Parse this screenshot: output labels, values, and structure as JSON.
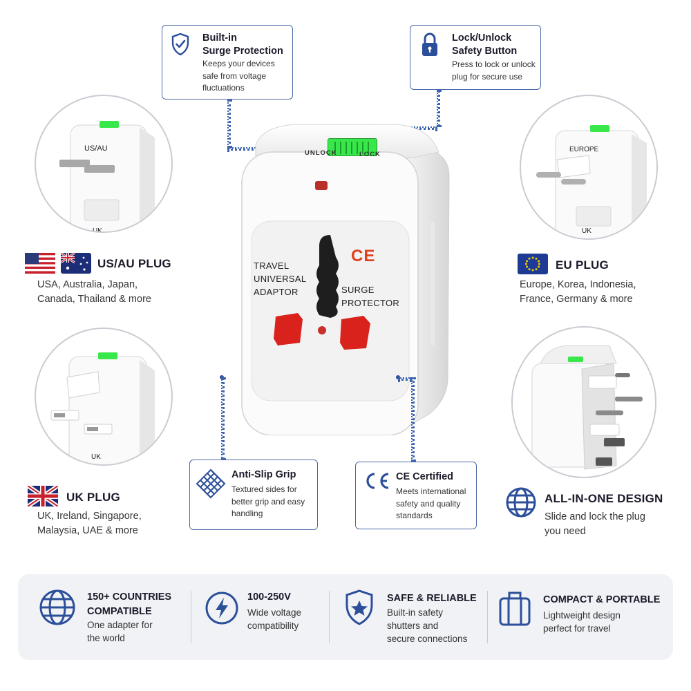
{
  "callouts": {
    "surge": {
      "title_line1": "Built-in",
      "title_line2": "Surge Protection",
      "desc_line1": "Keeps your devices",
      "desc_line2": "safe from voltage",
      "desc_line3": "fluctuations",
      "icon": "shield-check-icon"
    },
    "lock": {
      "title_line1": "Lock/Unlock",
      "title_line2": "Safety Button",
      "desc_line1": "Press to lock or unlock",
      "desc_line2": "plug for secure use",
      "icon": "padlock-icon"
    },
    "grip": {
      "title": "Anti-Slip Grip",
      "desc_line1": "Textured sides for",
      "desc_line2": "better grip and easy",
      "desc_line3": "handling",
      "icon": "diamond-pattern-icon"
    },
    "ce": {
      "title": "CE Certified",
      "desc_line1": "Meets international",
      "desc_line2": "safety and quality",
      "desc_line3": "standards",
      "icon": "ce-mark-icon"
    }
  },
  "product": {
    "lock_labels": {
      "unlock": "UNLOCK",
      "lock": "LOCK"
    },
    "left_text": {
      "line1": "TRAVEL",
      "line2": "UNIVERSAL",
      "line3": "ADAPTOR"
    },
    "right_text": {
      "line1": "SURGE",
      "line2": "PROTECTOR"
    },
    "ce_mark": "CE"
  },
  "plugs": {
    "usau": {
      "title": "US/AU PLUG",
      "desc_line1": "USA, Australia, Japan,",
      "desc_line2": "Canada, Thailand & more",
      "image_label": "US/AU",
      "image_sublabel": "UK"
    },
    "eu": {
      "title": "EU PLUG",
      "desc_line1": "Europe, Korea, Indonesia,",
      "desc_line2": "France, Germany & more",
      "image_label": "EUROPE",
      "image_sublabel": "UK"
    },
    "uk": {
      "title": "UK PLUG",
      "desc_line1": "UK, Ireland, Singapore,",
      "desc_line2": "Malaysia, UAE & more",
      "image_label": "UK"
    },
    "allinone": {
      "title": "ALL-IN-ONE DESIGN",
      "desc_line1": "Slide and lock the plug",
      "desc_line2": "you need"
    }
  },
  "features": [
    {
      "title_line1": "150+ Countries",
      "title_line2": "Compatible",
      "desc_line1": "One adapter for",
      "desc_line2": "the world",
      "icon": "globe-icon"
    },
    {
      "title_line1": "100-250V",
      "desc_line1": "Wide voltage",
      "desc_line2": "compatibility",
      "icon": "lightning-icon"
    },
    {
      "title_line1": "Safe & Reliable",
      "desc_line1": "Built-in safety",
      "desc_line2": "shutters and",
      "desc_line3": "secure connections",
      "icon": "shield-star-icon"
    },
    {
      "title_line1": "Compact & Portable",
      "desc_line1": "Lightweight design",
      "desc_line2": "perfect for travel",
      "icon": "suitcase-icon"
    }
  ],
  "colors": {
    "accent_blue": "#2c4f9a",
    "card_border": "#4a6aa6",
    "lock_green": "#38e84a",
    "socket_red": "#d9221c",
    "bar_bg": "#f1f2f5"
  }
}
